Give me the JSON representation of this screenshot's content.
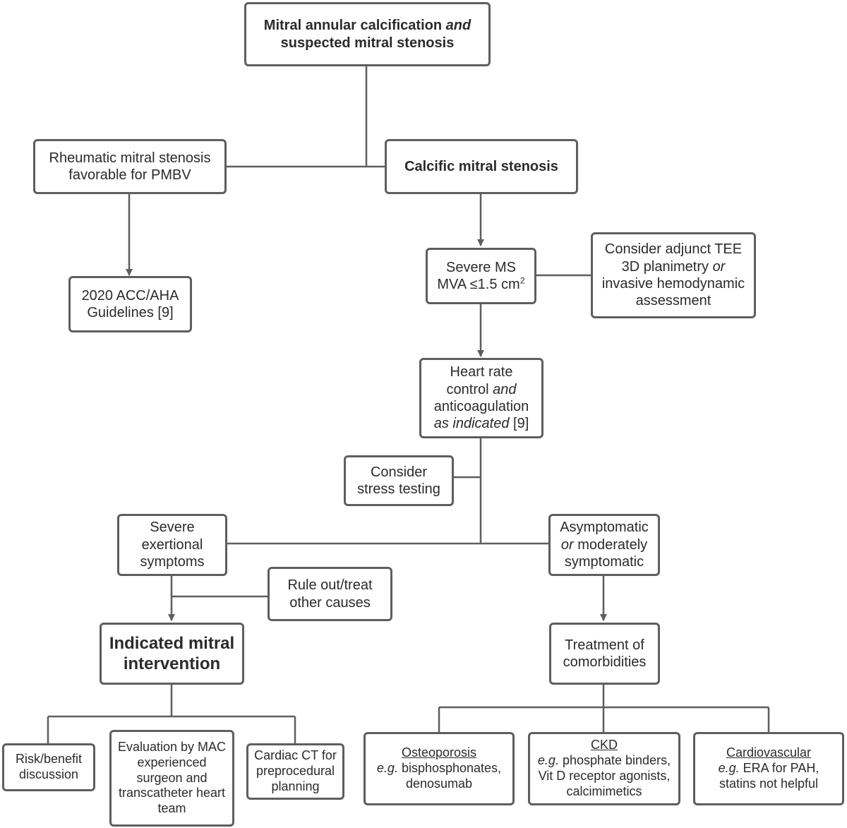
{
  "nodes": {
    "mac_ms": {
      "line1a": "Mitral annular calcification ",
      "line1b": "and",
      "line2": "suspected mitral stenosis"
    },
    "rheumatic": {
      "line1": "Rheumatic mitral stenosis",
      "line2": "favorable for PMBV"
    },
    "calcific": {
      "line1": "Calcific mitral stenosis"
    },
    "guidelines": {
      "line1": "2020 ACC/AHA",
      "line2": "Guidelines [9]"
    },
    "severe_ms": {
      "line1": "Severe MS",
      "line2": "MVA ≤1.5 cm",
      "line2_sup": "2"
    },
    "tee": {
      "line1": "Consider adjunct TEE",
      "line2a": "3D planimetry ",
      "line2b": "or",
      "line3": "invasive hemodynamic",
      "line4": "assessment"
    },
    "hr_control": {
      "line1": "Heart rate",
      "line2a": "control ",
      "line2b": "and",
      "line3": "anticoagulation",
      "line4a": "as indicated",
      "line4b": " [9]"
    },
    "stress": {
      "line1": "Consider",
      "line2": "stress testing"
    },
    "severe_ex": {
      "line1": "Severe",
      "line2": "exertional",
      "line3": "symptoms"
    },
    "asymptomatic": {
      "line1": "Asymptomatic",
      "line2a": "or",
      "line2b": " moderately",
      "line3": "symptomatic"
    },
    "rule_out": {
      "line1": "Rule out/treat",
      "line2": "other causes"
    },
    "indicated": {
      "line1": "Indicated mitral",
      "line2": "intervention"
    },
    "treatment": {
      "line1": "Treatment of",
      "line2": "comorbidities"
    },
    "risk": {
      "line1": "Risk/benefit",
      "line2": "discussion"
    },
    "evaluation": {
      "line1": "Evaluation by MAC",
      "line2": "experienced",
      "line3": "surgeon and",
      "line4": "transcatheter heart",
      "line5": "team"
    },
    "cardiac_ct": {
      "line1": "Cardiac CT for",
      "line2": "preprocedural",
      "line3": "planning"
    },
    "osteoporosis": {
      "title": "Osteoporosis",
      "line2a": "e.g.",
      "line2b": " bisphosphonates,",
      "line3": "denosumab"
    },
    "ckd": {
      "title": "CKD",
      "line2a": "e.g.",
      "line2b": " phosphate binders,",
      "line3": "Vit D receptor agonists,",
      "line4": "calcimimetics"
    },
    "cardiovascular": {
      "title": "Cardiovascular",
      "line2a": "e.g.",
      "line2b": " ERA for PAH,",
      "line3": "statins not helpful"
    }
  },
  "colors": {
    "border": "#5e5e5e",
    "line": "#5e5e5e",
    "text": "#2b2b2b"
  }
}
